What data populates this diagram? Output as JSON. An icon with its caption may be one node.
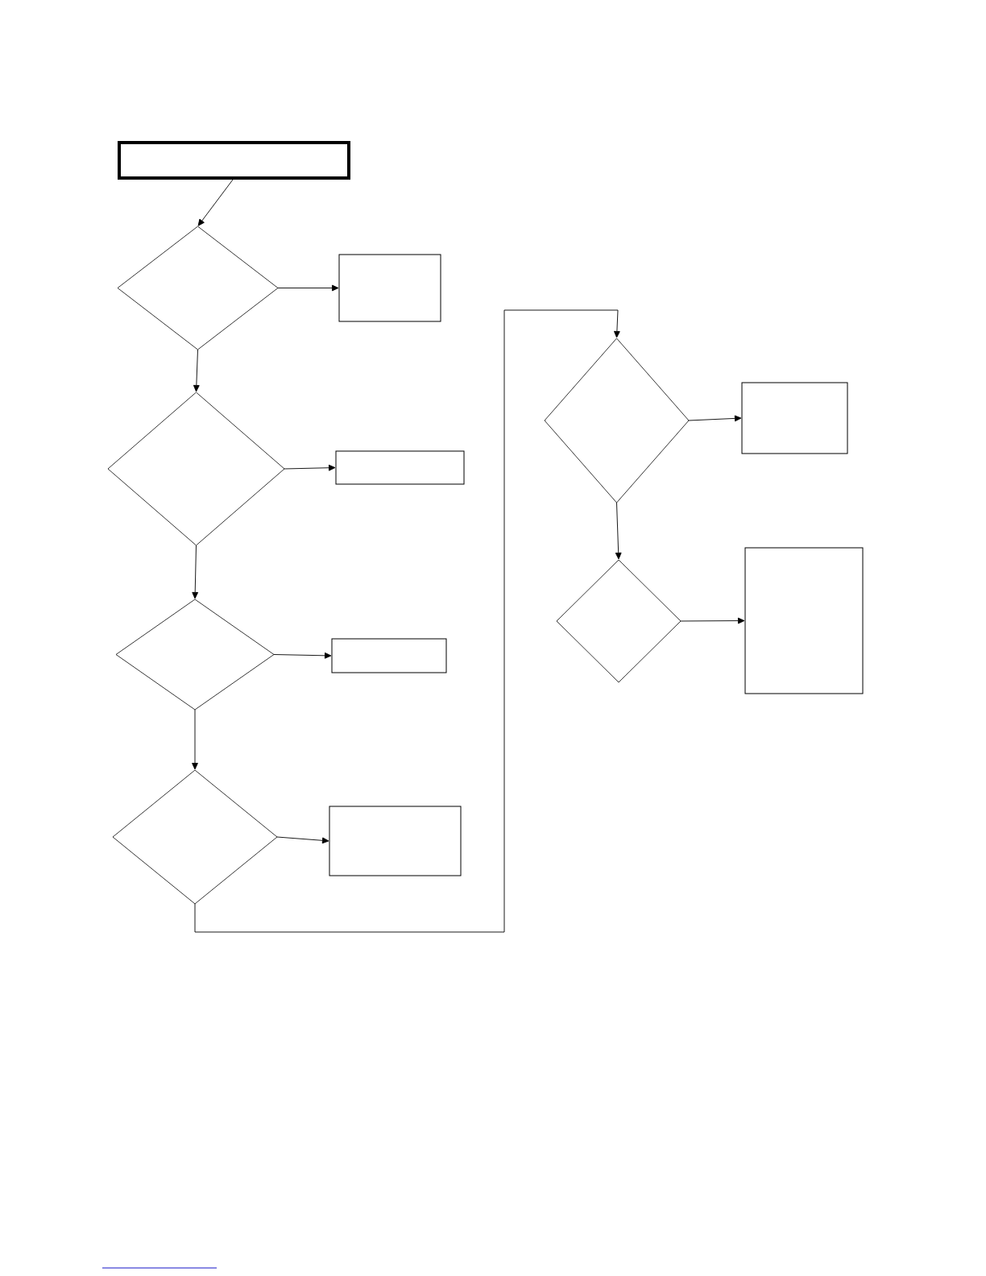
{
  "diagram": {
    "nodes": [
      {
        "text": [],
        "shape": "box"
      },
      {
        "text": [],
        "shape": "diamond"
      },
      {
        "text": [],
        "shape": "box"
      },
      {
        "text": [],
        "shape": "diamond"
      },
      {
        "text": [],
        "shape": "box"
      },
      {
        "text": [],
        "shape": "diamond"
      },
      {
        "text": [],
        "shape": "box"
      },
      {
        "text": [],
        "shape": "diamond"
      },
      {
        "text": [],
        "shape": "box"
      },
      {
        "text": [],
        "shape": "diamond"
      },
      {
        "text": [],
        "shape": "box"
      },
      {
        "text": [],
        "shape": "diamond"
      },
      {
        "text": [],
        "shape": "box"
      }
    ],
    "edges": [
      {
        "from": 0,
        "to": 1,
        "arrow": "to"
      },
      {
        "from": 1,
        "to": 2,
        "arrow": "to"
      },
      {
        "from": 1,
        "to": 3,
        "arrow": "to"
      },
      {
        "from": 3,
        "to": 4,
        "arrow": "to"
      },
      {
        "from": 3,
        "to": 5,
        "arrow": "to"
      },
      {
        "from": 5,
        "to": 6,
        "arrow": "to"
      },
      {
        "from": 5,
        "to": 7,
        "arrow": "to"
      },
      {
        "from": 7,
        "to": 8,
        "arrow": "to"
      },
      {
        "from": 7,
        "to": 9,
        "arrow": "to"
      },
      {
        "from": 9,
        "to": 10,
        "arrow": "to"
      },
      {
        "from": 9,
        "to": 11,
        "arrow": "to"
      },
      {
        "from": 11,
        "to": 12,
        "arrow": "to"
      }
    ]
  }
}
